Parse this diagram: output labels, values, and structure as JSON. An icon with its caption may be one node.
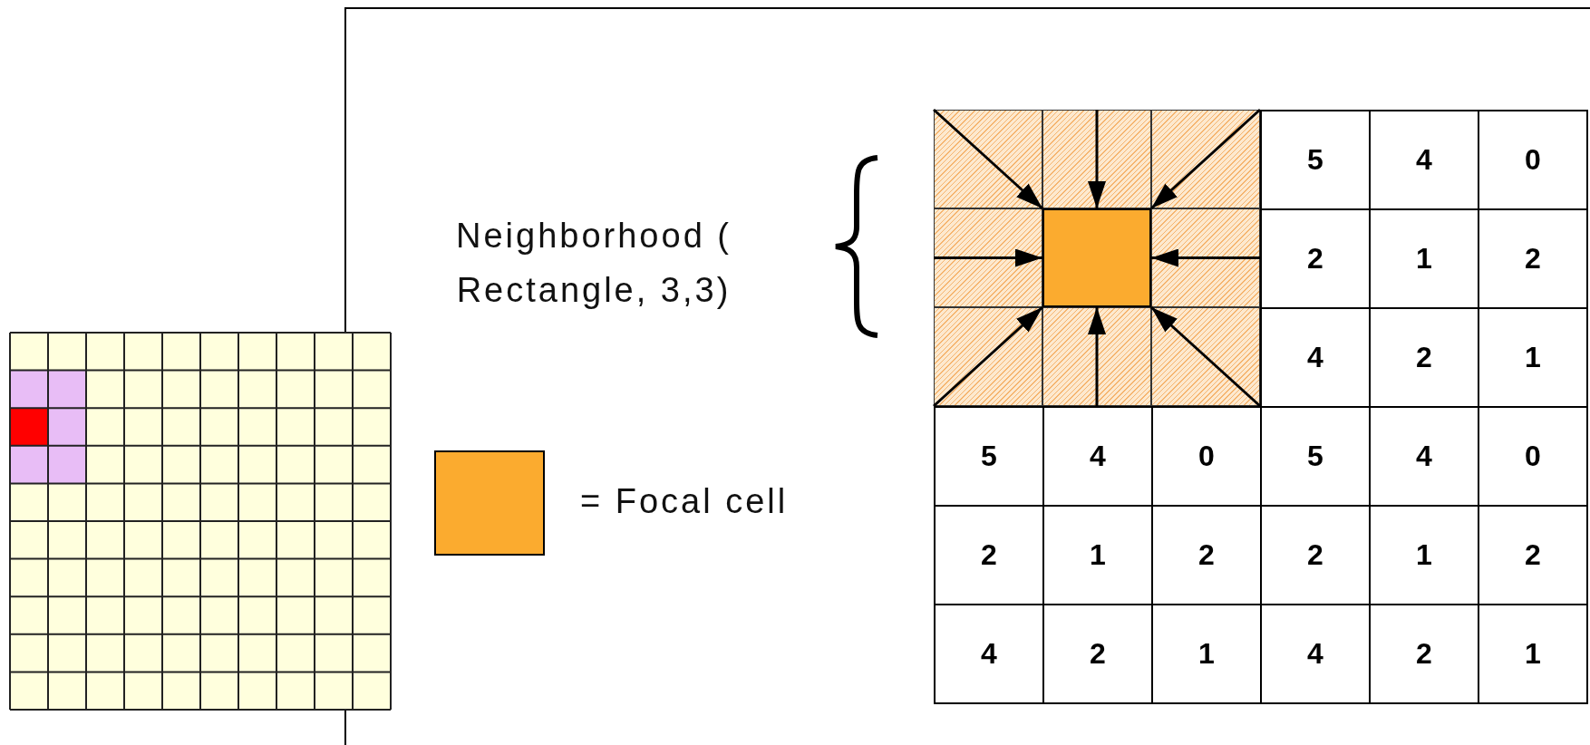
{
  "diagram": {
    "nodes": [
      {
        "text": [],
        "shape": "box"
      },
      {
        "text": [],
        "shape": "box"
      },
      {
        "text": [],
        "shape": "box"
      },
      {
        "text": [],
        "shape": "box"
      },
      {
        "text": [],
        "shape": "box"
      },
      {
        "text": [],
        "shape": "box"
      },
      {
        "text": [],
        "shape": "box"
      },
      {
        "text": [],
        "shape": "box"
      },
      {
        "text": [],
        "shape": "box"
      }
    ],
    "edges": [
      {
        "from": 0,
        "to": 4,
        "arrow": "to"
      },
      {
        "from": 1,
        "to": 4,
        "arrow": "to"
      },
      {
        "from": 2,
        "to": 4,
        "arrow": "to"
      },
      {
        "from": 3,
        "to": 4,
        "arrow": "to"
      },
      {
        "from": 5,
        "to": 4,
        "arrow": "to"
      },
      {
        "from": 6,
        "to": 4,
        "arrow": "to"
      },
      {
        "from": 7,
        "to": 4,
        "arrow": "to"
      },
      {
        "from": 8,
        "to": 4,
        "arrow": "to"
      }
    ],
    "labels": [
      "Neighborhood ( Rectangle, 3,3)",
      "5",
      "4",
      "0",
      "2",
      "1",
      "2",
      "4",
      "2",
      "1",
      "5",
      "4",
      "0",
      "5",
      "4",
      "0",
      "2",
      "1",
      "2",
      "2",
      "1",
      "2",
      "4",
      "2",
      "1",
      "4",
      "2",
      "1"
    ],
    "legend": [
      {
        "text": "= Focal cell",
        "color": "#fbab2f"
      }
    ]
  }
}
